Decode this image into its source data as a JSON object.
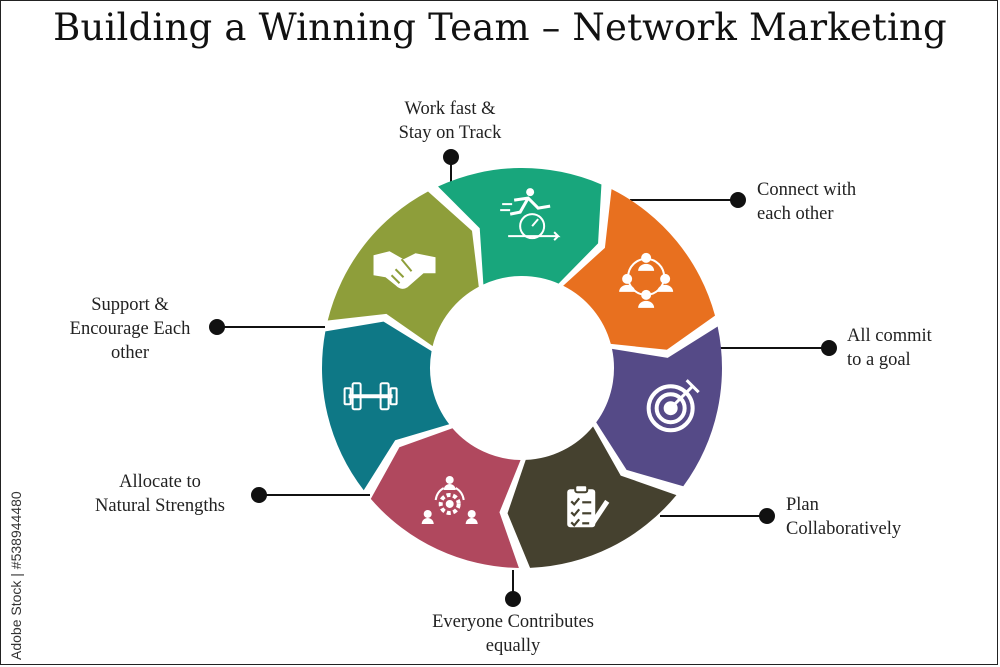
{
  "title": "Building a Winning Team – Network Marketing",
  "watermark": "Adobe Stock | #538944480",
  "segments": [
    {
      "lines": [
        "Connect with",
        "each other"
      ],
      "icon": "group-network-icon",
      "color": "#E8701F"
    },
    {
      "lines": [
        "All commit",
        "to a goal"
      ],
      "icon": "target-icon",
      "color": "#554A87"
    },
    {
      "lines": [
        "Plan",
        "Collaboratively"
      ],
      "icon": "clipboard-checklist-icon",
      "color": "#45412F"
    },
    {
      "lines": [
        "Everyone Contributes",
        "equally"
      ],
      "icon": "team-gear-icon",
      "color": "#B0485E"
    },
    {
      "lines": [
        "Allocate to",
        "Natural Strengths"
      ],
      "icon": "dumbbell-icon",
      "color": "#0E7886"
    },
    {
      "lines": [
        "Support &",
        "Encourage Each",
        "other"
      ],
      "icon": "handshake-icon",
      "color": "#8E9E3A"
    },
    {
      "lines": [
        "Work fast &",
        "Stay on Track"
      ],
      "icon": "runner-speedometer-icon",
      "color": "#18A67C"
    }
  ]
}
